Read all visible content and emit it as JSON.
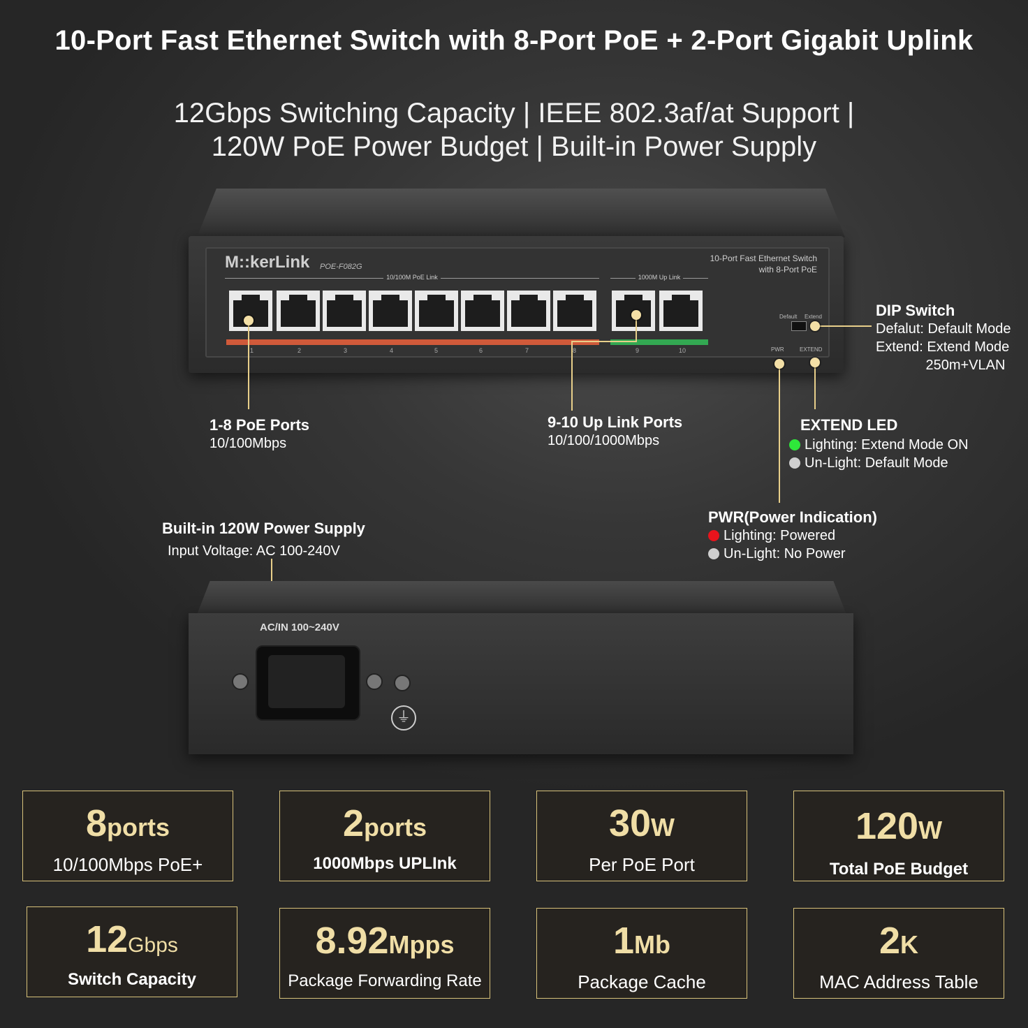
{
  "header": {
    "title": "10-Port Fast Ethernet Switch with 8-Port PoE + 2-Port Gigabit Uplink",
    "subtitle_line1": "12Gbps Switching Capacity | IEEE 802.3af/at Support |",
    "subtitle_line2": "120W PoE Power Budget | Built-in Power Supply"
  },
  "device_front": {
    "brand": "M::kerLink",
    "model": "POE-F082G",
    "panel_title_1": "10-Port Fast Ethernet Switch",
    "panel_title_2": "with 8-Port PoE",
    "group_poe": "10/100M PoE Link",
    "group_uplink": "1000M Up Link",
    "port_numbers": [
      "1",
      "2",
      "3",
      "4",
      "5",
      "6",
      "7",
      "8",
      "9",
      "10"
    ],
    "dip_default": "Default",
    "dip_extend": "Extend",
    "led_pwr": "PWR",
    "led_extend": "EXTEND"
  },
  "annotations": {
    "dip_title": "DIP Switch",
    "dip_line1": "Defalut: Default Mode",
    "dip_line2": "Extend: Extend Mode",
    "dip_line3": "250m+VLAN",
    "poe_title": "1-8 PoE Ports",
    "poe_sub": "10/100Mbps",
    "uplink_title": "9-10 Up Link Ports",
    "uplink_sub": "10/100/1000Mbps",
    "extend_title": "EXTEND LED",
    "extend_on": "Lighting: Extend Mode ON",
    "extend_off": "Un-Light: Default Mode",
    "pwr_title": "PWR(Power Indication)",
    "pwr_on": "Lighting: Powered",
    "pwr_off": "Un-Light: No Power",
    "psu_title": "Built-in 120W Power Supply",
    "psu_sub": "Input Voltage: AC 100-240V"
  },
  "device_back": {
    "ac_label": "AC/IN 100~240V"
  },
  "colors": {
    "accent": "#e8cf8a",
    "led_green": "#2ee83a",
    "led_red": "#e8141c",
    "led_off": "#cfcfcf"
  },
  "specs": [
    {
      "value": "8",
      "unit": "ports",
      "caption": "10/100Mbps PoE+"
    },
    {
      "value": "2",
      "unit": "ports",
      "caption": "1000Mbps UPLInk"
    },
    {
      "value": "30",
      "unit": "W",
      "caption": "Per PoE Port"
    },
    {
      "value": "120",
      "unit": "W",
      "caption": "Total PoE Budget"
    },
    {
      "value": "12",
      "unit": "Gbps",
      "caption": "Switch Capacity"
    },
    {
      "value": "8.92",
      "unit": "Mpps",
      "caption": "Package Forwarding Rate"
    },
    {
      "value": "1",
      "unit": "Mb",
      "caption": "Package Cache"
    },
    {
      "value": "2",
      "unit": "K",
      "caption": "MAC Address Table"
    }
  ]
}
